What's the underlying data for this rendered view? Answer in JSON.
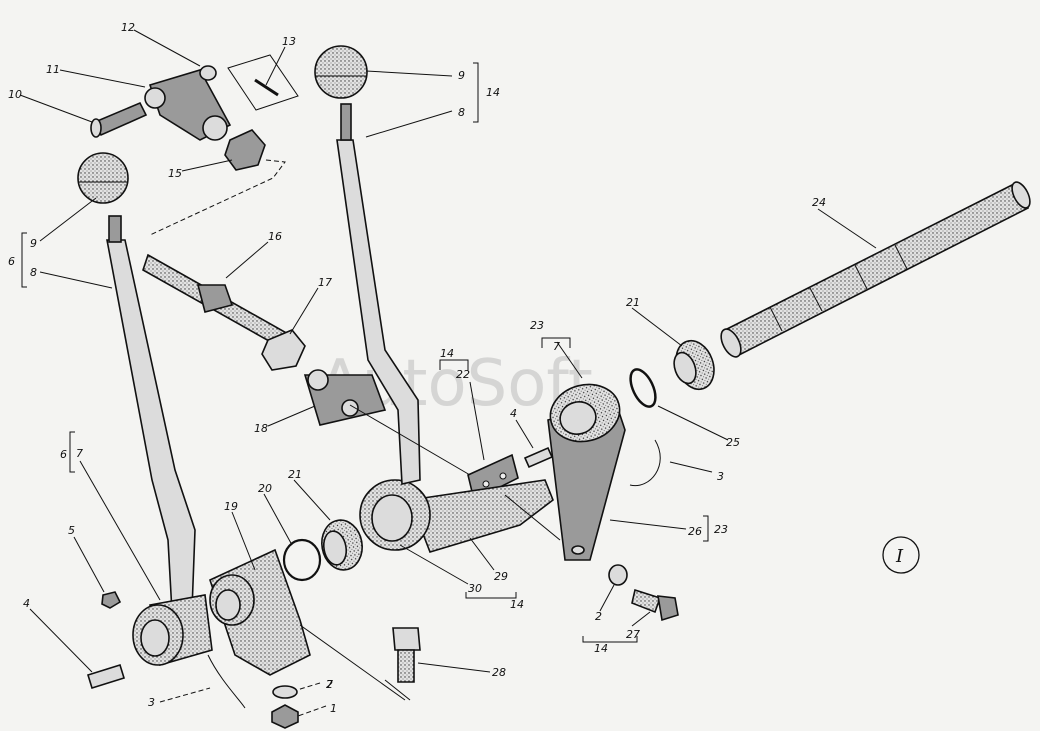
{
  "watermark": "AutoSoft",
  "view_label": "I",
  "callouts": [
    {
      "id": "c1",
      "text": "1"
    },
    {
      "id": "c2a",
      "text": "2"
    },
    {
      "id": "c2b",
      "text": "2"
    },
    {
      "id": "c3a",
      "text": "3"
    },
    {
      "id": "c3b",
      "text": "3"
    },
    {
      "id": "c3c",
      "text": "3"
    },
    {
      "id": "c4a",
      "text": "4"
    },
    {
      "id": "c4b",
      "text": "4"
    },
    {
      "id": "c5",
      "text": "5"
    },
    {
      "id": "c6a",
      "text": "6"
    },
    {
      "id": "c6b",
      "text": "6"
    },
    {
      "id": "c7a",
      "text": "7"
    },
    {
      "id": "c7b",
      "text": "7"
    },
    {
      "id": "c7c",
      "text": "7"
    },
    {
      "id": "c8a",
      "text": "8"
    },
    {
      "id": "c8b",
      "text": "8"
    },
    {
      "id": "c9a",
      "text": "9"
    },
    {
      "id": "c9b",
      "text": "9"
    },
    {
      "id": "c10",
      "text": "10"
    },
    {
      "id": "c11",
      "text": "11"
    },
    {
      "id": "c12",
      "text": "12"
    },
    {
      "id": "c13",
      "text": "13"
    },
    {
      "id": "c14a",
      "text": "14"
    },
    {
      "id": "c14b",
      "text": "14"
    },
    {
      "id": "c14c",
      "text": "14"
    },
    {
      "id": "c14d",
      "text": "14"
    },
    {
      "id": "c15",
      "text": "15"
    },
    {
      "id": "c16",
      "text": "16"
    },
    {
      "id": "c17",
      "text": "17"
    },
    {
      "id": "c18",
      "text": "18"
    },
    {
      "id": "c19",
      "text": "19"
    },
    {
      "id": "c20",
      "text": "20"
    },
    {
      "id": "c21a",
      "text": "21"
    },
    {
      "id": "c21b",
      "text": "21"
    },
    {
      "id": "c22",
      "text": "22"
    },
    {
      "id": "c23a",
      "text": "23"
    },
    {
      "id": "c23b",
      "text": "23"
    },
    {
      "id": "c24",
      "text": "24"
    },
    {
      "id": "c25",
      "text": "25"
    },
    {
      "id": "c26",
      "text": "26"
    },
    {
      "id": "c27",
      "text": "27"
    },
    {
      "id": "c28",
      "text": "28"
    },
    {
      "id": "c29",
      "text": "29"
    },
    {
      "id": "c30",
      "text": "30"
    }
  ]
}
